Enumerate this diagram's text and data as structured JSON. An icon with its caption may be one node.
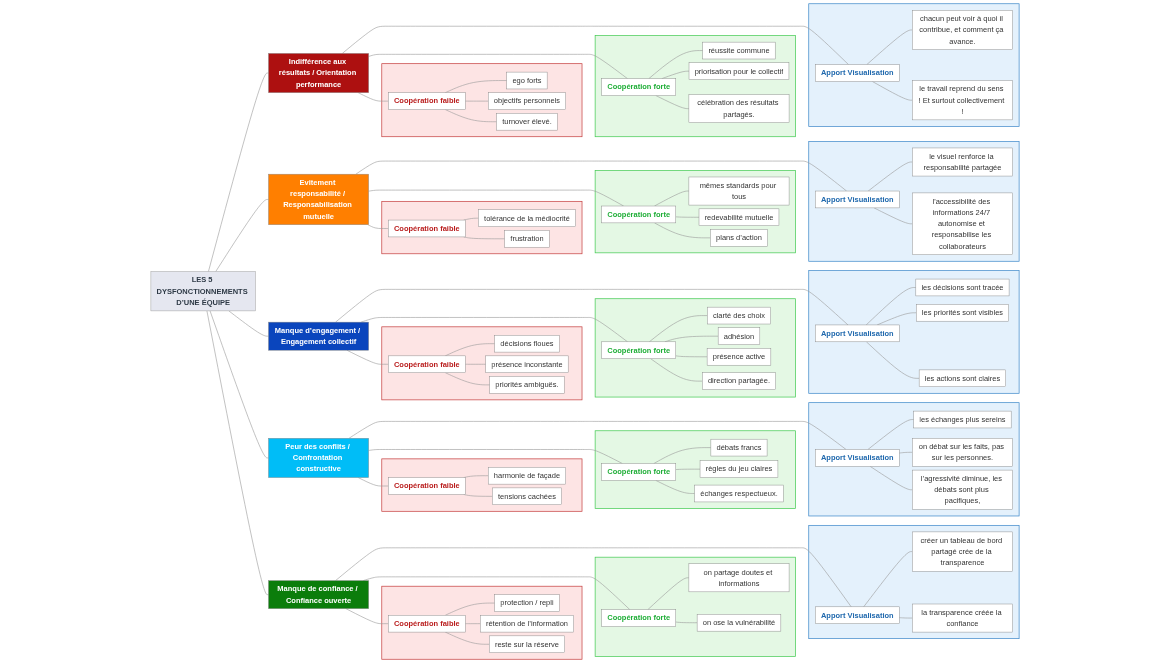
{
  "diagram": {
    "nodes": [
      {
        "text": [
          "LES 5 DYSFONCTIONNEMENTS D’UNE ÉQUIPE"
        ]
      },
      {
        "text": [
          "Manque de confiance / Confiance ouverte"
        ]
      },
      {
        "text": [],
        "shape": "box"
      },
      {
        "text": [
          "Coopération faible"
        ],
        "in": 2
      },
      {
        "text": [
          "protection / repli"
        ],
        "in": 2
      },
      {
        "text": [
          "rétention de l’information"
        ],
        "in": 2
      },
      {
        "text": [
          "reste sur la réserve"
        ],
        "in": 2
      },
      {
        "text": [],
        "shape": "box"
      },
      {
        "text": [
          "Coopération forte"
        ],
        "in": 7
      },
      {
        "text": [
          "on partage doutes et informations"
        ],
        "in": 7
      },
      {
        "text": [
          "on ose la vulnérabilité"
        ],
        "in": 7
      },
      {
        "text": [],
        "shape": "box"
      },
      {
        "text": [
          "Apport Visualisation"
        ],
        "in": 11
      },
      {
        "text": [
          "créer un tableau de bord partagé crée de la transparence"
        ],
        "in": 11
      },
      {
        "text": [
          "la transparence créée la confiance"
        ],
        "in": 11
      },
      {
        "text": [
          "Peur des conflits / Confrontation constructive"
        ]
      },
      {
        "text": [],
        "shape": "box"
      },
      {
        "text": [
          "Coopération faible"
        ],
        "in": 16
      },
      {
        "text": [
          "harmonie de façade"
        ],
        "in": 16
      },
      {
        "text": [
          "tensions cachées"
        ],
        "in": 16
      },
      {
        "text": [],
        "shape": "box"
      },
      {
        "text": [
          "Coopération forte"
        ],
        "in": 20
      },
      {
        "text": [
          "débats francs"
        ],
        "in": 20
      },
      {
        "text": [
          "règles du jeu claires"
        ],
        "in": 20
      },
      {
        "text": [
          "échanges respectueux."
        ],
        "in": 20
      },
      {
        "text": [],
        "shape": "box"
      },
      {
        "text": [
          "Apport Visualisation"
        ],
        "in": 25
      },
      {
        "text": [
          "les échanges plus sereins"
        ],
        "in": 25
      },
      {
        "text": [
          "on débat sur les faits, pas sur les personnes."
        ],
        "in": 25
      },
      {
        "text": [
          "l’agressivité diminue, les débats sont plus pacifiques,"
        ],
        "in": 25
      },
      {
        "text": [
          "Manque d’engagement / Engagement collectif"
        ]
      },
      {
        "text": [],
        "shape": "box"
      },
      {
        "text": [
          "Coopération faible"
        ],
        "in": 31
      },
      {
        "text": [
          "décisions floues"
        ],
        "in": 31
      },
      {
        "text": [
          "présence inconstante"
        ],
        "in": 31
      },
      {
        "text": [
          "priorités ambiguës."
        ],
        "in": 31
      },
      {
        "text": [],
        "shape": "box"
      },
      {
        "text": [
          "Coopération forte"
        ],
        "in": 36
      },
      {
        "text": [
          "clarté des choix"
        ],
        "in": 36
      },
      {
        "text": [
          "adhésion"
        ],
        "in": 36
      },
      {
        "text": [
          "présence active"
        ],
        "in": 36
      },
      {
        "text": [
          "direction partagée."
        ],
        "in": 36
      },
      {
        "text": [],
        "shape": "box"
      },
      {
        "text": [
          "Apport Visualisation"
        ],
        "in": 42
      },
      {
        "text": [
          "les décisions sont tracée"
        ],
        "in": 42
      },
      {
        "text": [
          "les priorités sont visibles"
        ],
        "in": 42
      },
      {
        "text": [
          "les actions sont claires"
        ],
        "in": 42
      },
      {
        "text": [
          "Evitement responsabilité / Responsabilisation mutuelle"
        ]
      },
      {
        "text": [],
        "shape": "box"
      },
      {
        "text": [
          "Coopération faible"
        ],
        "in": 48
      },
      {
        "text": [
          "tolérance de la médiocrité"
        ],
        "in": 48
      },
      {
        "text": [
          "frustration"
        ],
        "in": 48
      },
      {
        "text": [],
        "shape": "box"
      },
      {
        "text": [
          "Coopération forte"
        ],
        "in": 52
      },
      {
        "text": [
          "mêmes standards pour tous"
        ],
        "in": 52
      },
      {
        "text": [
          "redevabilité mutuelle"
        ],
        "in": 52
      },
      {
        "text": [
          "plans d’action"
        ],
        "in": 52
      },
      {
        "text": [],
        "shape": "box"
      },
      {
        "text": [
          "Apport Visualisation"
        ],
        "in": 57
      },
      {
        "text": [
          "le visuel renforce la responsabilité partagée"
        ],
        "in": 57
      },
      {
        "text": [
          "l'accessibilité des informations 24/7 autonomise et responsabilise les collaborateurs"
        ],
        "in": 57
      },
      {
        "text": [
          "Indifférence aux résultats / Orientation performance"
        ]
      },
      {
        "text": [],
        "shape": "box"
      },
      {
        "text": [
          "Coopération faible"
        ],
        "in": 62
      },
      {
        "text": [
          "ego forts"
        ],
        "in": 62
      },
      {
        "text": [
          "objectifs personnels"
        ],
        "in": 62
      },
      {
        "text": [
          "turnover élevé."
        ],
        "in": 62
      },
      {
        "text": [],
        "shape": "box"
      },
      {
        "text": [
          "Coopération forte"
        ],
        "in": 67
      },
      {
        "text": [
          "réussite commune"
        ],
        "in": 67
      },
      {
        "text": [
          "priorisation pour le collectif"
        ],
        "in": 67
      },
      {
        "text": [
          "célébration des résultats partagés."
        ],
        "in": 67
      },
      {
        "text": [],
        "shape": "box"
      },
      {
        "text": [
          "Apport Visualisation"
        ],
        "in": 72
      },
      {
        "text": [
          "chacun peut voir à quoi il contribue, et comment ça avance."
        ],
        "in": 72
      },
      {
        "text": [
          "le travail reprend du sens ! Et surtout collectivement !"
        ],
        "in": 72
      }
    ],
    "edges": [
      {
        "from": 0,
        "to": 1,
        "arrow": "none"
      },
      {
        "from": 0,
        "to": 15,
        "arrow": "none"
      },
      {
        "from": 0,
        "to": 30,
        "arrow": "none"
      },
      {
        "from": 0,
        "to": 47,
        "arrow": "none"
      },
      {
        "from": 0,
        "to": 61,
        "arrow": "none"
      },
      {
        "from": 1,
        "to": 3,
        "arrow": "none"
      },
      {
        "from": 3,
        "to": 4,
        "arrow": "none"
      },
      {
        "from": 3,
        "to": 5,
        "arrow": "none"
      },
      {
        "from": 3,
        "to": 6,
        "arrow": "none"
      },
      {
        "from": 1,
        "to": 8,
        "arrow": "none"
      },
      {
        "from": 8,
        "to": 9,
        "arrow": "none"
      },
      {
        "from": 8,
        "to": 10,
        "arrow": "none"
      },
      {
        "from": 1,
        "to": 12,
        "arrow": "none"
      },
      {
        "from": 12,
        "to": 13,
        "arrow": "none"
      },
      {
        "from": 12,
        "to": 14,
        "arrow": "none"
      },
      {
        "from": 15,
        "to": 17,
        "arrow": "none"
      },
      {
        "from": 17,
        "to": 18,
        "arrow": "none"
      },
      {
        "from": 17,
        "to": 19,
        "arrow": "none"
      },
      {
        "from": 15,
        "to": 21,
        "arrow": "none"
      },
      {
        "from": 21,
        "to": 22,
        "arrow": "none"
      },
      {
        "from": 21,
        "to": 23,
        "arrow": "none"
      },
      {
        "from": 21,
        "to": 24,
        "arrow": "none"
      },
      {
        "from": 15,
        "to": 26,
        "arrow": "none"
      },
      {
        "from": 26,
        "to": 27,
        "arrow": "none"
      },
      {
        "from": 26,
        "to": 28,
        "arrow": "none"
      },
      {
        "from": 26,
        "to": 29,
        "arrow": "none"
      },
      {
        "from": 30,
        "to": 32,
        "arrow": "none"
      },
      {
        "from": 32,
        "to": 33,
        "arrow": "none"
      },
      {
        "from": 32,
        "to": 34,
        "arrow": "none"
      },
      {
        "from": 32,
        "to": 35,
        "arrow": "none"
      },
      {
        "from": 30,
        "to": 37,
        "arrow": "none"
      },
      {
        "from": 37,
        "to": 38,
        "arrow": "none"
      },
      {
        "from": 37,
        "to": 39,
        "arrow": "none"
      },
      {
        "from": 37,
        "to": 40,
        "arrow": "none"
      },
      {
        "from": 37,
        "to": 41,
        "arrow": "none"
      },
      {
        "from": 30,
        "to": 43,
        "arrow": "none"
      },
      {
        "from": 43,
        "to": 44,
        "arrow": "none"
      },
      {
        "from": 43,
        "to": 45,
        "arrow": "none"
      },
      {
        "from": 43,
        "to": 46,
        "arrow": "none"
      },
      {
        "from": 47,
        "to": 49,
        "arrow": "none"
      },
      {
        "from": 49,
        "to": 50,
        "arrow": "none"
      },
      {
        "from": 49,
        "to": 51,
        "arrow": "none"
      },
      {
        "from": 47,
        "to": 53,
        "arrow": "none"
      },
      {
        "from": 53,
        "to": 54,
        "arrow": "none"
      },
      {
        "from": 53,
        "to": 55,
        "arrow": "none"
      },
      {
        "from": 53,
        "to": 56,
        "arrow": "none"
      },
      {
        "from": 47,
        "to": 58,
        "arrow": "none"
      },
      {
        "from": 58,
        "to": 59,
        "arrow": "none"
      },
      {
        "from": 58,
        "to": 60,
        "arrow": "none"
      },
      {
        "from": 61,
        "to": 63,
        "arrow": "none"
      },
      {
        "from": 63,
        "to": 64,
        "arrow": "none"
      },
      {
        "from": 63,
        "to": 65,
        "arrow": "none"
      },
      {
        "from": 63,
        "to": 66,
        "arrow": "none"
      },
      {
        "from": 61,
        "to": 68,
        "arrow": "none"
      },
      {
        "from": 68,
        "to": 69,
        "arrow": "none"
      },
      {
        "from": 68,
        "to": 70,
        "arrow": "none"
      },
      {
        "from": 68,
        "to": 71,
        "arrow": "none"
      },
      {
        "from": 61,
        "to": 73,
        "arrow": "none"
      },
      {
        "from": 73,
        "to": 74,
        "arrow": "none"
      },
      {
        "from": 73,
        "to": 75,
        "arrow": "none"
      }
    ]
  }
}
